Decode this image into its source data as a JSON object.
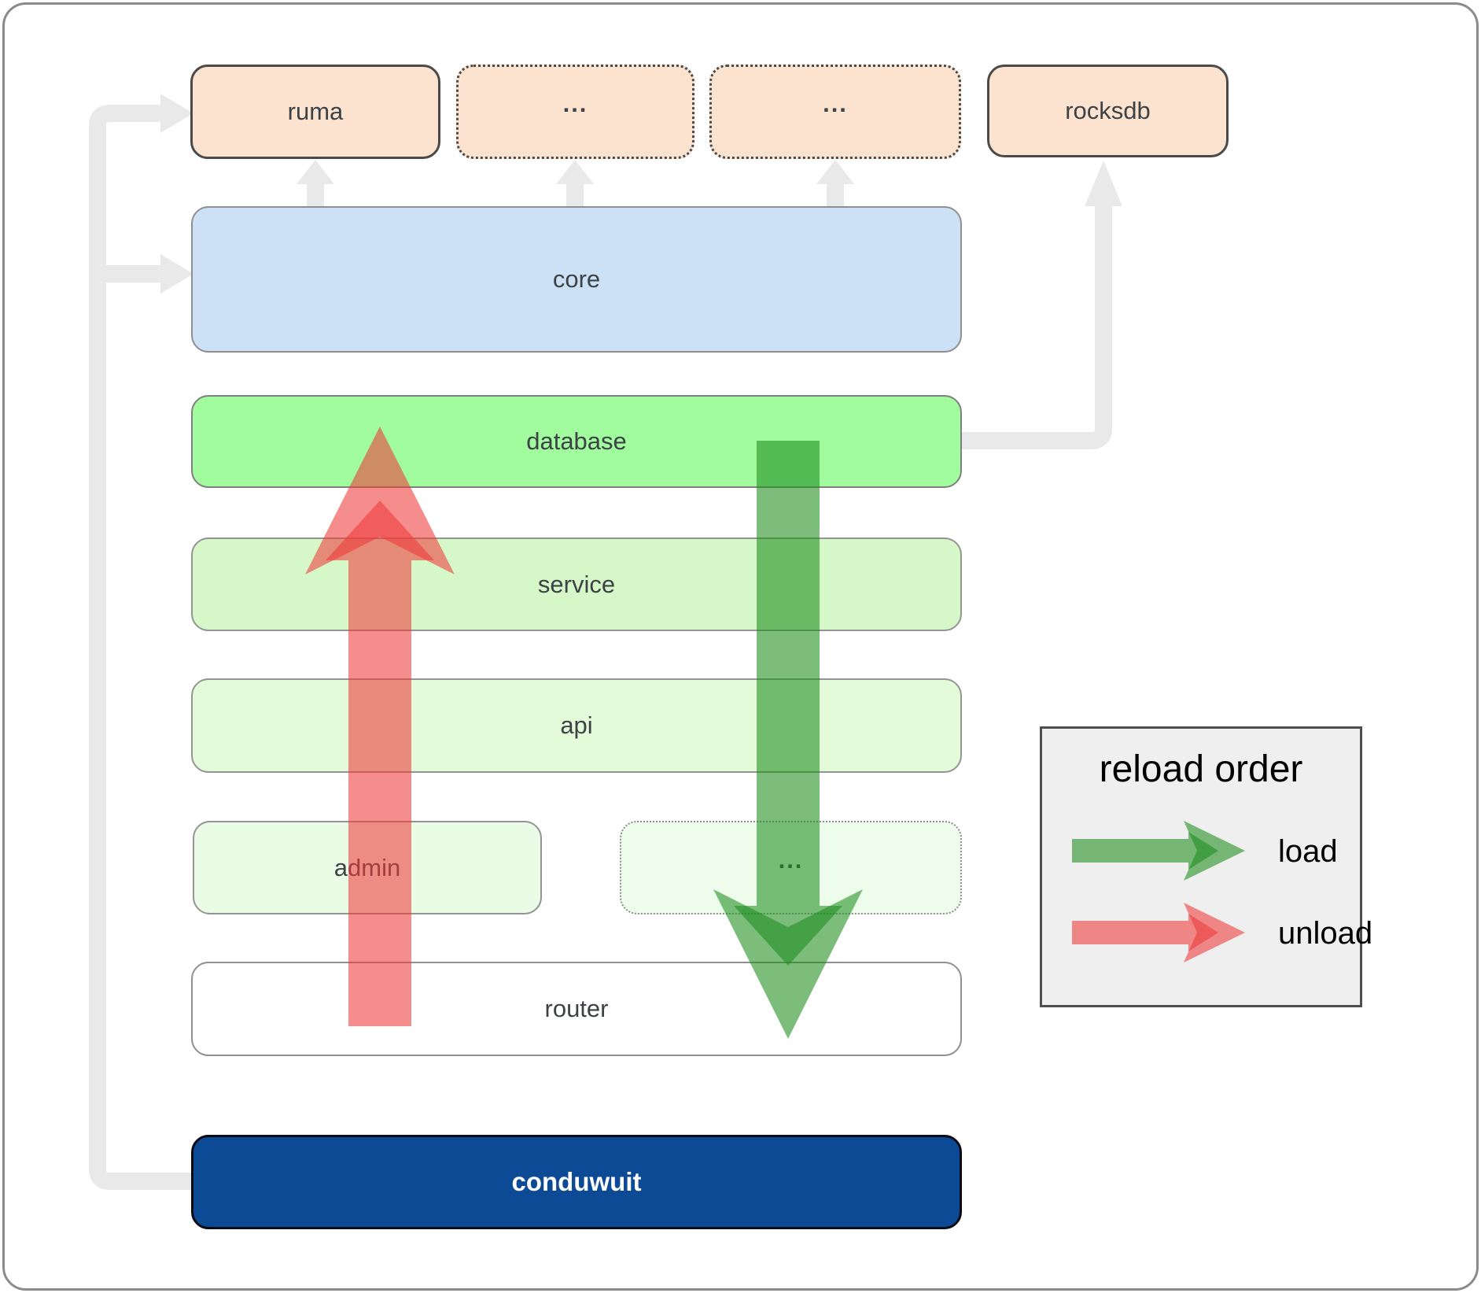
{
  "boxes": {
    "ruma": "ruma",
    "top_ellipsis_1": "...",
    "top_ellipsis_2": "...",
    "rocksdb": "rocksdb",
    "core": "core",
    "database": "database",
    "service": "service",
    "api": "api",
    "admin": "admin",
    "bottom_ellipsis": "...",
    "router": "router",
    "conduwuit": "conduwuit"
  },
  "legend": {
    "title": "reload order",
    "items": [
      {
        "label": "load",
        "color": "#1e8e1e"
      },
      {
        "label": "unload",
        "color": "#ee3b3b"
      }
    ]
  },
  "colors": {
    "module_box_fill": "#fce3d0",
    "core_fill": "#cde1f6",
    "database_fill": "#a1fc9d",
    "service_fill": "#d6f8c8",
    "api_fill": "#e4fbd9",
    "admin_fill": "#ebfce6",
    "router_fill": "#ffffff",
    "conduwuit_fill": "#0d4a96",
    "connector_gray": "#e9e9e9",
    "load_arrow_green": "#1e8e1e",
    "unload_arrow_red": "#ee3b3b",
    "legend_background": "#efefef"
  }
}
